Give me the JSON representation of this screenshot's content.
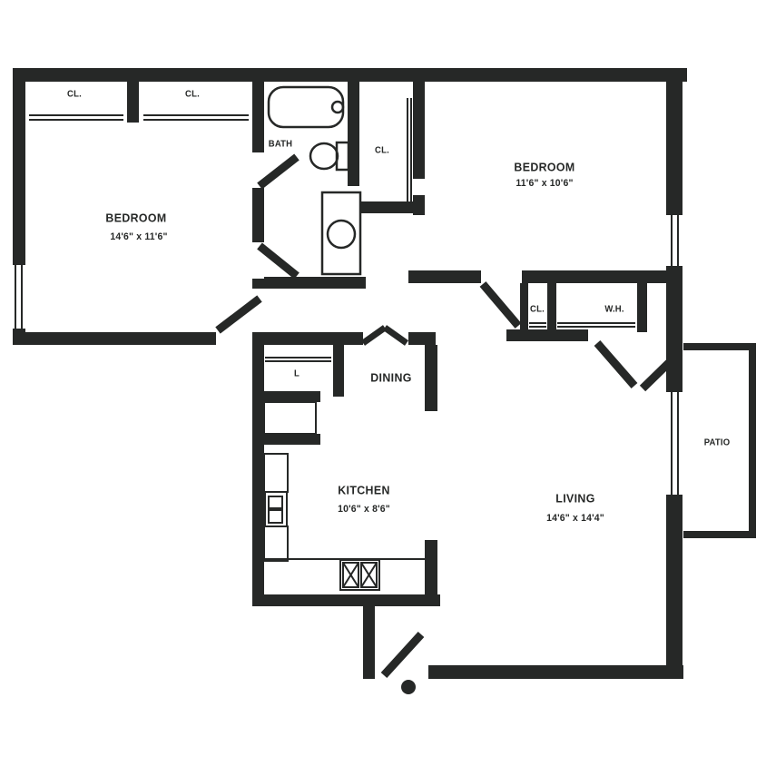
{
  "plan": {
    "type": "apartment-floor-plan",
    "colors": {
      "wall": "#262827",
      "background": "#ffffff"
    }
  },
  "rooms": {
    "bedroom1": {
      "name": "BEDROOM",
      "dims": "14'6\" x 11'6\""
    },
    "bedroom2": {
      "name": "BEDROOM",
      "dims": "11'6\" x 10'6\""
    },
    "bath": {
      "name": "BATH"
    },
    "dining": {
      "name": "DINING"
    },
    "kitchen": {
      "name": "KITCHEN",
      "dims": "10'6\" x 8'6\""
    },
    "living": {
      "name": "LIVING",
      "dims": "14'6\" x 14'4\""
    },
    "patio": {
      "name": "PATIO"
    }
  },
  "closets": {
    "cl1": "CL.",
    "cl2": "CL.",
    "bath_hall_cl": "CL.",
    "hall_cl": "CL.",
    "water_heater": "W.H.",
    "linen": "L"
  }
}
